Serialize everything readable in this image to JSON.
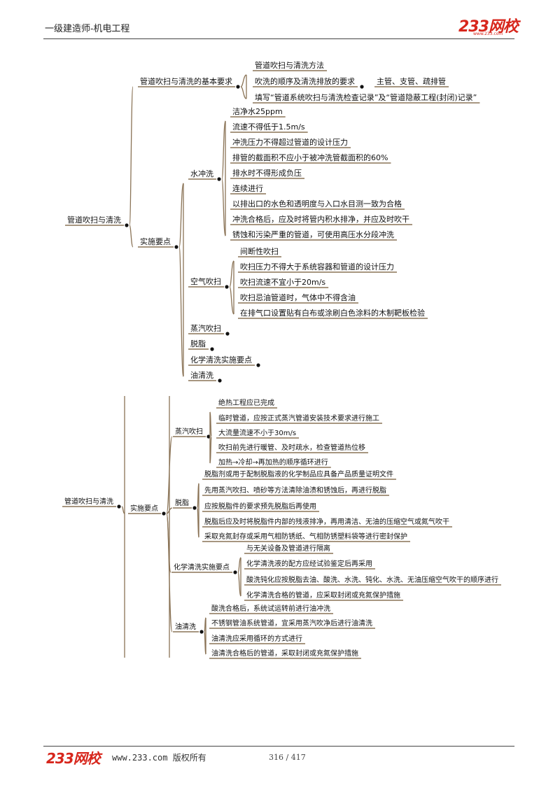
{
  "header": {
    "title": "一级建造师-机电工程",
    "logo": "233网校",
    "logo_sub": "www.233.com"
  },
  "footer": {
    "logo": "233网校",
    "text": "www.233.com 版权所有",
    "page": "316 / 417"
  },
  "map1": {
    "root": "管道吹扫与清洗",
    "basic": {
      "label": "管道吹扫与清洗的基本要求",
      "items": [
        "管道吹扫与清洗方法",
        "吹洗的顺序及清洗排放的要求",
        "填写“管道系统吹扫与清洗检查记录”及“管道隐蔽工程(封闭)记录”"
      ],
      "order_note": "主管、支管、疏排管"
    },
    "points": {
      "label": "实施要点",
      "water": {
        "label": "水冲洗",
        "items": [
          "洁净水25ppm",
          "流速不得低于1.5m/s",
          "冲洗压力不得超过管道的设计压力",
          "排管的截面积不应小于被冲洗管截面积的60%",
          "排水时不得形成负压",
          "连续进行",
          "以排出口的水色和透明度与入口水目测一致为合格",
          "冲洗合格后，应及时将管内积水排净，并应及时吹干",
          "锈蚀和污染严重的管道，可使用高压水分段冲洗"
        ]
      },
      "air": {
        "label": "空气吹扫",
        "items": [
          "间断性吹扫",
          "吹扫压力不得大于系统容器和管道的设计压力",
          "吹扫流速不宜小于20m/s",
          "吹扫忌油管道时，气体中不得含油",
          "在排气口设置贴有白布或涂刷白色涂料的木制靶板检验"
        ]
      },
      "collapsed": [
        "蒸汽吹扫",
        "脱脂",
        "化学清洗实施要点",
        "油清洗"
      ]
    }
  },
  "map2": {
    "root": "管道吹扫与清洗",
    "points_label": "实施要点",
    "steam": {
      "label": "蒸汽吹扫",
      "items": [
        "绝热工程应已完成",
        "临时管道，应按正式蒸汽管道安装技术要求进行施工",
        "大流量流速不小于30m/s",
        "吹扫前先进行暖管、及时疏水，检查管道热位移",
        "加热→冷却→再加热的顺序循环进行"
      ]
    },
    "degrease": {
      "label": "脱脂",
      "items": [
        "脱脂剂或用于配制脱脂液的化学制品应具备产品质量证明文件",
        "先用蒸汽吹扫、喷砂等方法清除油渍和锈蚀后，再进行脱脂",
        "应按脱脂件的要求预先脱脂后再使用",
        "脱脂后应及时将脱脂件内部的残液排净，再用清洁、无油的压缩空气或氮气吹干",
        "采取充氮封存或采用气相防锈纸、气相防锈塑料袋等进行密封保护"
      ]
    },
    "chem": {
      "label": "化学清洗实施要点",
      "items": [
        "与无关设备及管道进行隔离",
        "化学清洗液的配方应经试验鉴定后再采用",
        "酸洗钝化应按脱脂去油、酸洗、水洗、钝化、水洗、无油压缩空气吹干的顺序进行",
        "化学清洗合格的管道，应采取封闭或充氮保护措施"
      ]
    },
    "oil": {
      "label": "油清洗",
      "items": [
        "酸洗合格后，系统试运转前进行油冲洗",
        "不锈钢管油系统管道，宜采用蒸汽吹净后进行油清洗",
        "油清洗应采用循环的方式进行",
        "油清洗合格后的管道，采取封闭或充氮保护措施"
      ]
    }
  }
}
